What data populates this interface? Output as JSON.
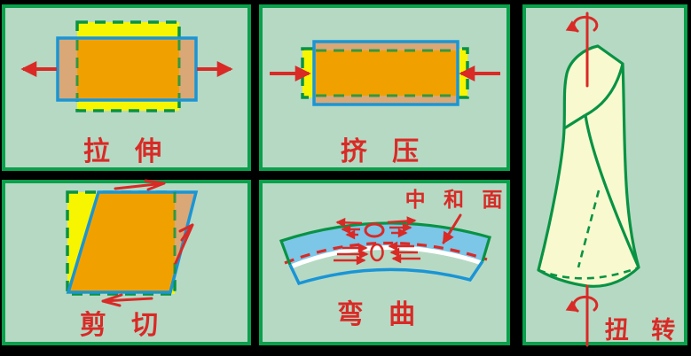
{
  "palette": {
    "background": "#000000",
    "panel_fill": "#b6d9c4",
    "panel_border": "#0aa04c",
    "line_green": "#089344",
    "yellow": "#f8f500",
    "orange": "#f0a100",
    "tan": "#d9a876",
    "blue_line": "#1a95d5",
    "blue_fill": "#7cc6e8",
    "red": "#d92a26",
    "cream": "#f9f9cf",
    "white": "#ffffff"
  },
  "panels": {
    "tension": {
      "label": "拉 伸"
    },
    "compression": {
      "label": "挤 压"
    },
    "shear": {
      "label": "剪 切"
    },
    "bending": {
      "label": "弯 曲",
      "annotation": "中 和 面"
    },
    "torsion": {
      "label": "扭 转"
    }
  }
}
